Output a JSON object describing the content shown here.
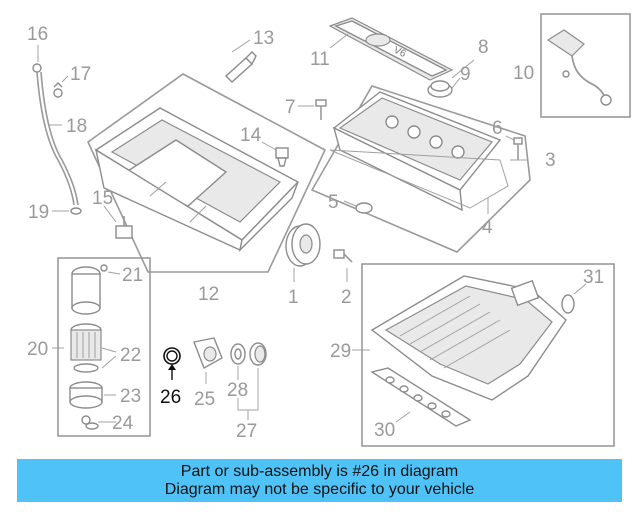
{
  "diagram": {
    "callouts": {
      "c1": "1",
      "c2": "2",
      "c3": "3",
      "c4": "4",
      "c5": "5",
      "c6": "6",
      "c7": "7",
      "c8": "8",
      "c9": "9",
      "c10": "10",
      "c11": "11",
      "c12": "12",
      "c13": "13",
      "c14": "14",
      "c15": "15",
      "c16": "16",
      "c17": "17",
      "c18": "18",
      "c19": "19",
      "c20": "20",
      "c21": "21",
      "c22": "22",
      "c23": "23",
      "c24": "24",
      "c25": "25",
      "c26": "26",
      "c27": "27",
      "c28": "28",
      "c29": "29",
      "c30": "30",
      "c31": "31"
    },
    "cover_badge": "V6",
    "highlighted_part": "26"
  },
  "banner": {
    "line1": "Part or sub-assembly is #26 in diagram",
    "line2": "Diagram may not be specific to your vehicle",
    "color": "#4fc3f7"
  }
}
